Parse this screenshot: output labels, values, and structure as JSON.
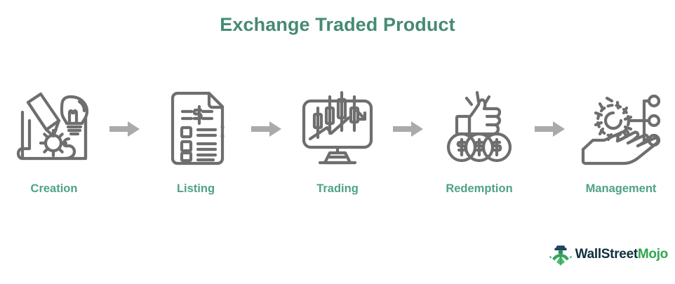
{
  "title": "Exchange Traded Product",
  "colors": {
    "background": "#ffffff",
    "title": "#468a72",
    "label": "#4fa287",
    "icon_stroke": "#6e6e6e",
    "arrow": "#aaaaaa",
    "logo_wallstreet": "#0e2f3e",
    "logo_mojo": "#2ea84e"
  },
  "steps": [
    {
      "label": "Creation",
      "icon": "blueprint-pencil-lightbulb-gear-icon",
      "icon_description": "Blueprint sheet with pencil drawing, lightbulb and gear"
    },
    {
      "label": "Listing",
      "icon": "document-dollar-checklist-icon",
      "icon_description": "Document page with dollar sign heading and checkbox list items"
    },
    {
      "label": "Trading",
      "icon": "monitor-candlestick-chart-icon",
      "icon_description": "Computer monitor showing candlestick chart with rising trend arrow"
    },
    {
      "label": "Redemption",
      "icon": "thumbs-up-dollar-coins-icon",
      "icon_description": "Thumbs up hand above three dollar coins"
    },
    {
      "label": "Management",
      "icon": "hand-gear-network-icon",
      "icon_description": "Open hand holding a gear connected to a network of nodes"
    }
  ],
  "arrows": [
    {
      "name": "arrow-creation-to-listing",
      "glyph": "right-arrow-icon"
    },
    {
      "name": "arrow-listing-to-trading",
      "glyph": "right-arrow-icon"
    },
    {
      "name": "arrow-trading-to-redemption",
      "glyph": "right-arrow-icon"
    },
    {
      "name": "arrow-redemption-to-management",
      "glyph": "right-arrow-icon"
    }
  ],
  "logo": {
    "primary_text": "WallStreet",
    "secondary_text": "Mojo",
    "mark": "bull-figure-icon"
  }
}
